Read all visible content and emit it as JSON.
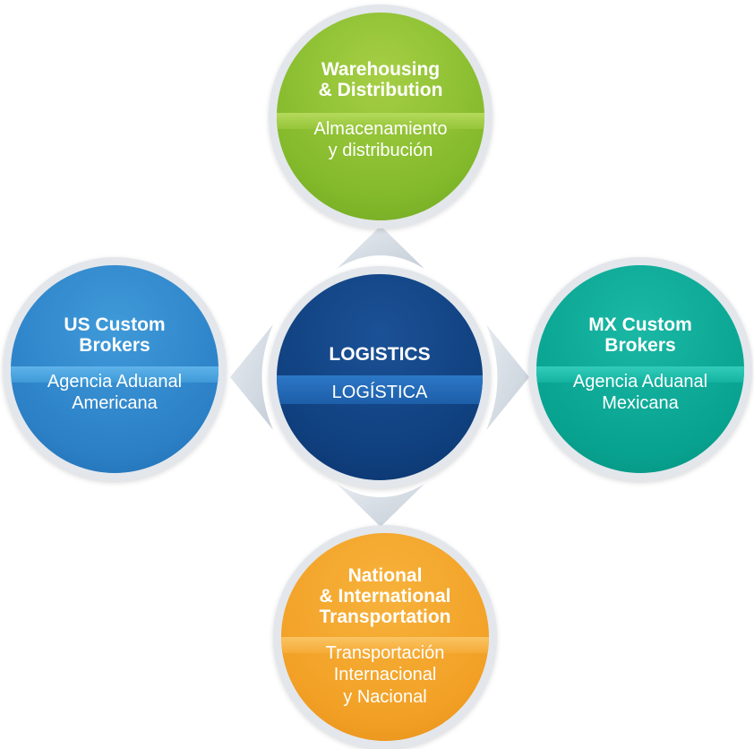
{
  "diagram": {
    "center": {
      "title": "LOGISTICS",
      "subtitle": "LOGÍSTICA",
      "color": "#0f3f7d"
    },
    "top": {
      "title": "Warehousing\n& Distribution",
      "subtitle": "Almacenamiento\ny distribución",
      "color": "#82b92a"
    },
    "left": {
      "title": "US Custom\nBrokers",
      "subtitle": "Agencia Aduanal\nAmericana",
      "color": "#2c80c6"
    },
    "right": {
      "title": "MX Custom\nBrokers",
      "subtitle": "Agencia Aduanal\nMexicana",
      "color": "#08a390"
    },
    "bottom": {
      "title": "National\n& International\nTransportation",
      "subtitle": "Transportación\nInternacional\ny Nacional",
      "color": "#f2a025"
    }
  }
}
